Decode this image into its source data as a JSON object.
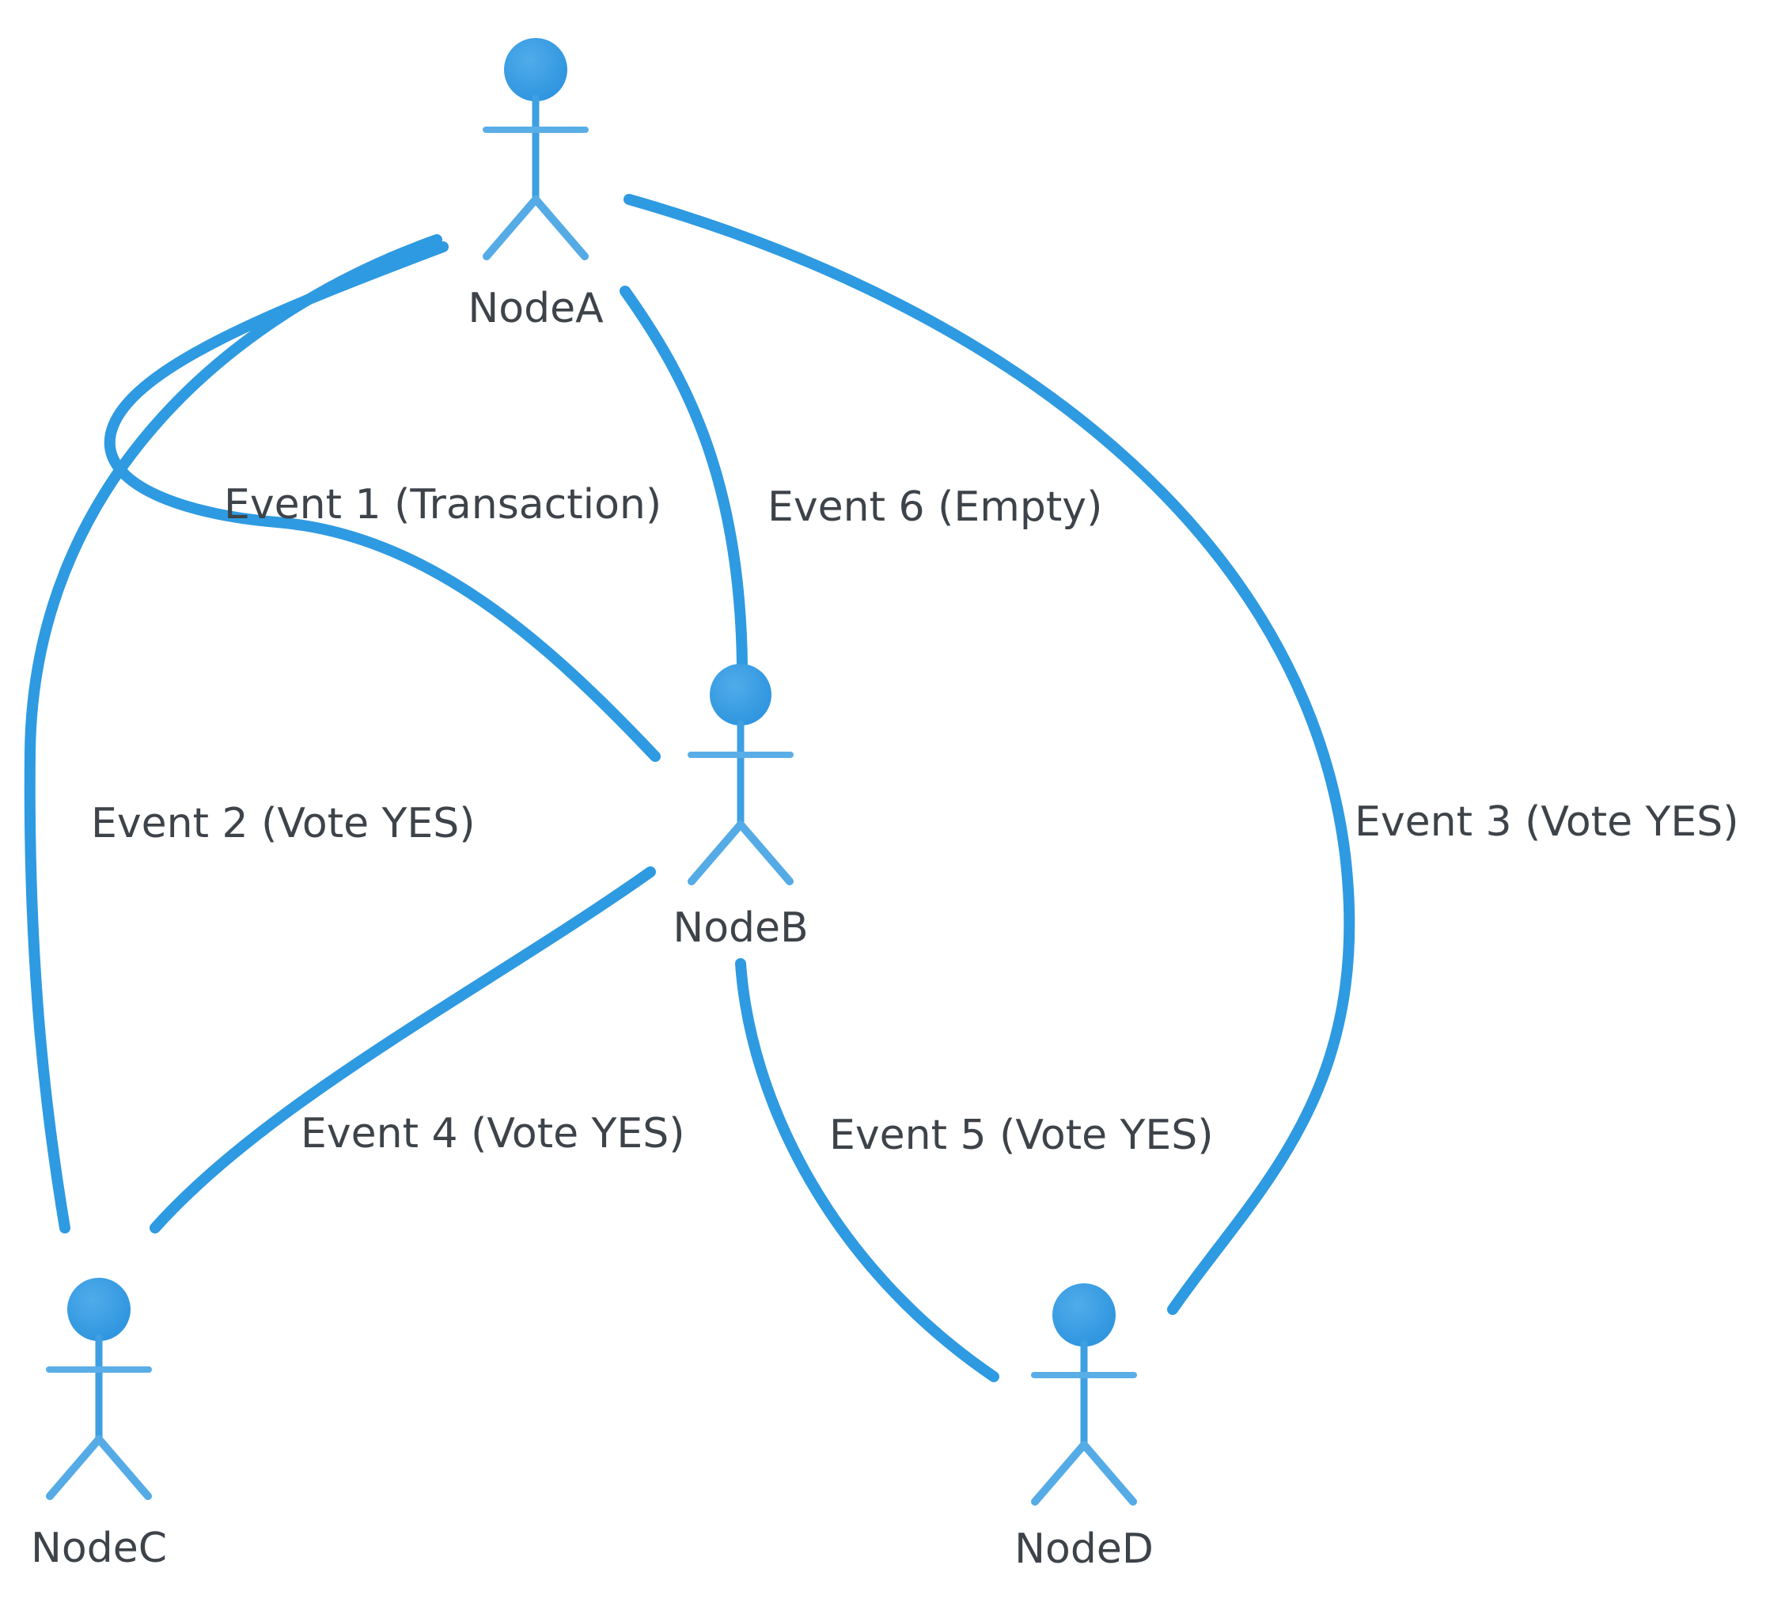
{
  "diagram": {
    "type": "gossip-network-actor-diagram",
    "background_color": "#ffffff",
    "accent_blue": "#2e9ae1",
    "label_text_color": "#3d4349",
    "nodes": [
      {
        "id": "node-a",
        "label": "NodeA"
      },
      {
        "id": "node-b",
        "label": "NodeB"
      },
      {
        "id": "node-c",
        "label": "NodeC"
      },
      {
        "id": "node-d",
        "label": "NodeD"
      }
    ],
    "edges": [
      {
        "label": "Event 1 (Transaction)",
        "from": "NodeA",
        "to": "NodeB"
      },
      {
        "label": "Event 2 (Vote YES)",
        "from": "NodeA",
        "to": "NodeC"
      },
      {
        "label": "Event 3 (Vote YES)",
        "from": "NodeA",
        "to": "NodeD"
      },
      {
        "label": "Event 4 (Vote YES)",
        "from": "NodeB",
        "to": "NodeC"
      },
      {
        "label": "Event 5 (Vote YES)",
        "from": "NodeB",
        "to": "NodeD"
      },
      {
        "label": "Event 6 (Empty)",
        "from": "NodeA",
        "to": "NodeB"
      }
    ]
  }
}
